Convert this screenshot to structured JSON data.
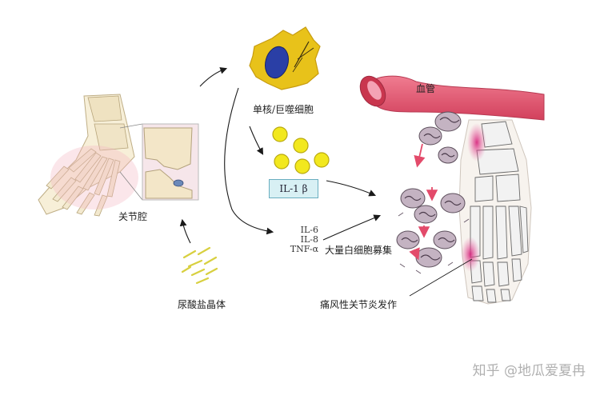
{
  "labels": {
    "joint_cavity": "关节腔",
    "monocyte_macrophage": "单核/巨噬细胞",
    "il1b": "IL-1 β",
    "cytokines": [
      "IL-6",
      "IL-8",
      "TNF-α"
    ],
    "blood_vessel": "血管",
    "leukocyte_recruitment": "大量白细胞募集",
    "urate_crystals": "尿酸盐晶体",
    "gout_attack": "痛风性关节炎发作"
  },
  "watermark": "知乎 @地瓜爱夏冉",
  "colors": {
    "vessel": "#e0566e",
    "macrophage": "#e8c21a",
    "nucleus": "#2a3fa6",
    "granule": "#f2e81e",
    "bone": "#f3ead2",
    "leukocyte": "#b9a6b6",
    "arrow": "#1a1a1a",
    "inflammation": "#d63a7a"
  }
}
